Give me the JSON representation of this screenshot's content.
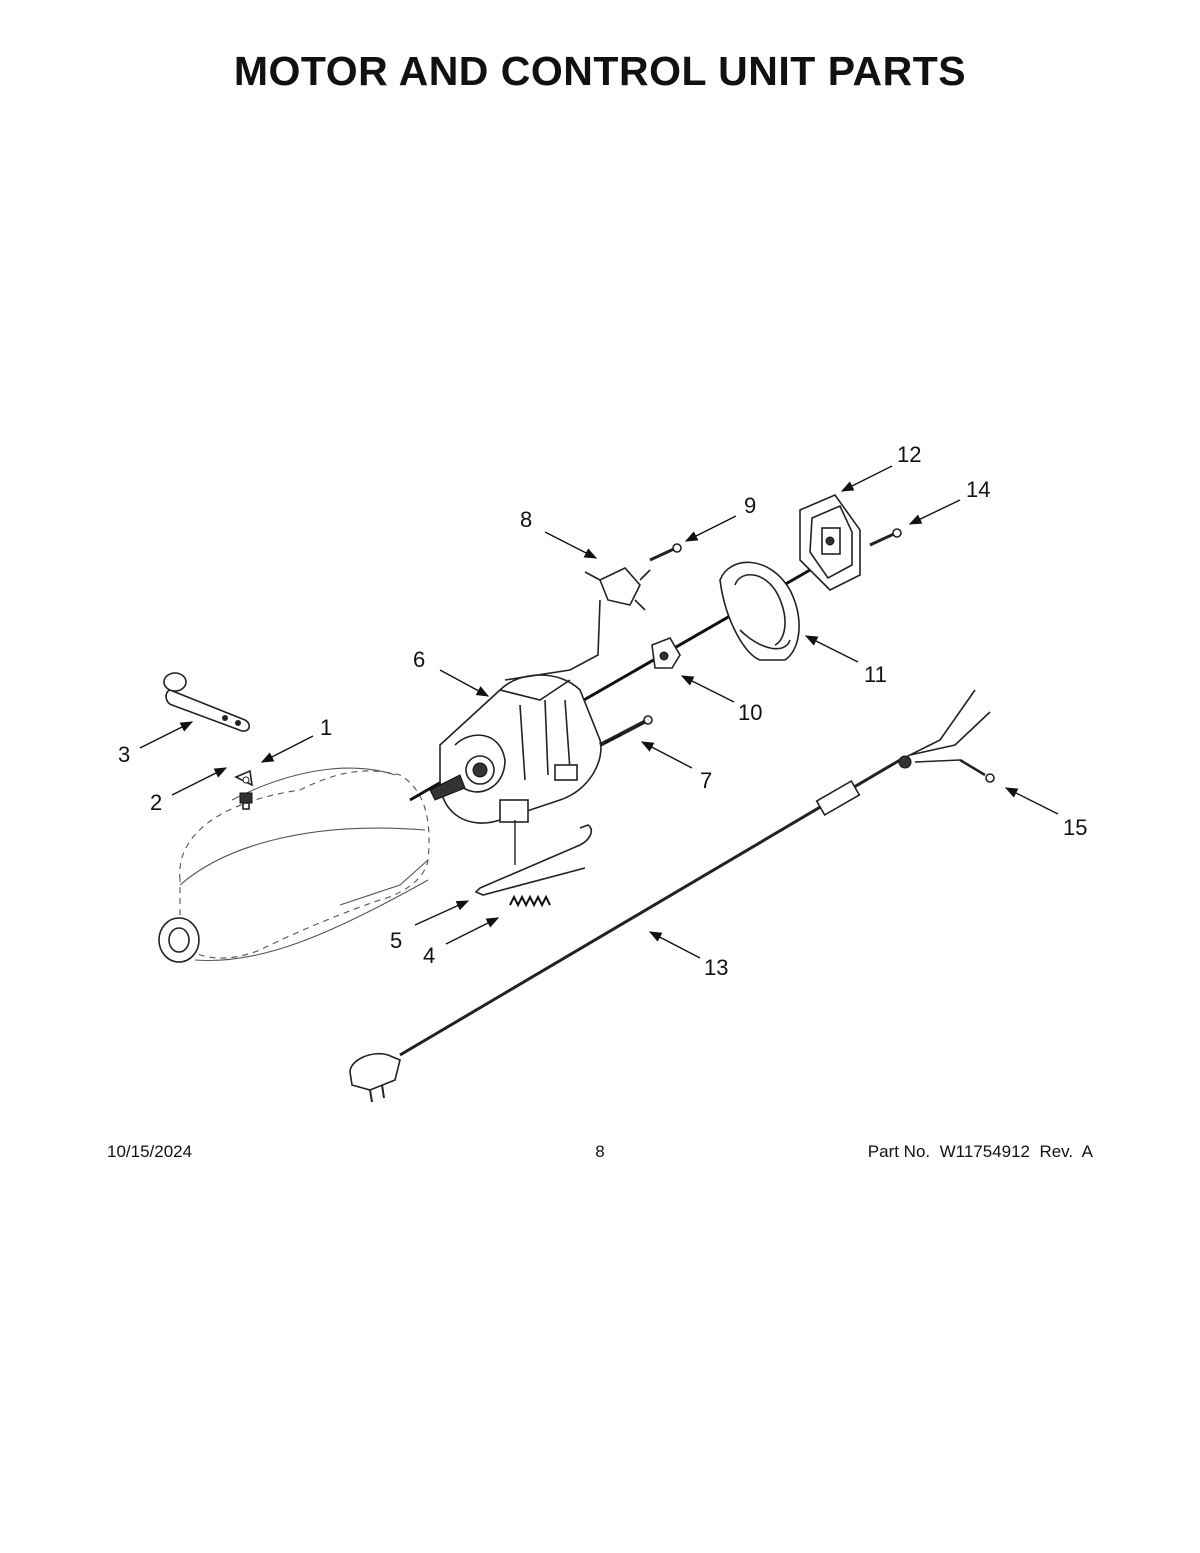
{
  "header": {
    "title": "MOTOR AND CONTROL UNIT PARTS"
  },
  "callouts": [
    "1",
    "2",
    "3",
    "4",
    "5",
    "6",
    "7",
    "8",
    "9",
    "10",
    "11",
    "12",
    "13",
    "14",
    "15"
  ],
  "footer": {
    "date": "10/15/2024",
    "page": "8",
    "part_number": "Part No.  W11754912  Rev.  A"
  }
}
